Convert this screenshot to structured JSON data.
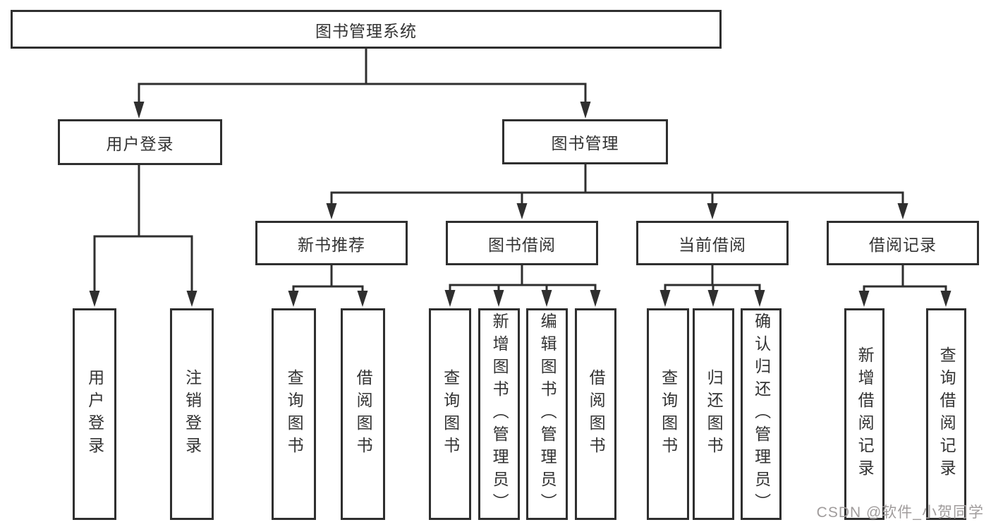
{
  "colors": {
    "line": "#2f2f2f",
    "text": "#333333",
    "box_background": "#ffffff",
    "watermark": "#a09c9c"
  },
  "watermark": "CSDN @软件_小贺同学",
  "tree": {
    "root": {
      "label": "图书管理系统",
      "children": [
        {
          "label": "用户登录",
          "children": [
            {
              "label": "用户登录"
            },
            {
              "label": "注销登录"
            }
          ]
        },
        {
          "label": "图书管理",
          "children": [
            {
              "label": "新书推荐",
              "children": [
                {
                  "label": "查询图书"
                },
                {
                  "label": "借阅图书"
                }
              ]
            },
            {
              "label": "图书借阅",
              "children": [
                {
                  "label": "查询图书"
                },
                {
                  "label": "新增图书（管理员）"
                },
                {
                  "label": "编辑图书（管理员）"
                },
                {
                  "label": "借阅图书"
                }
              ]
            },
            {
              "label": "当前借阅",
              "children": [
                {
                  "label": "查询图书"
                },
                {
                  "label": "归还图书"
                },
                {
                  "label": "确认归还（管理员）"
                }
              ]
            },
            {
              "label": "借阅记录",
              "children": [
                {
                  "label": "新增借阅记录"
                },
                {
                  "label": "查询借阅记录"
                }
              ]
            }
          ]
        }
      ]
    }
  }
}
